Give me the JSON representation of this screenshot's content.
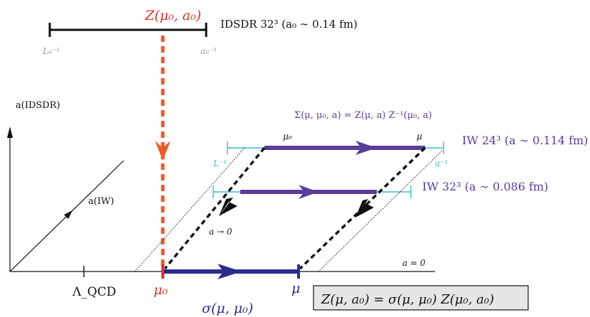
{
  "top": {
    "z_label": "Z(μ₀, a₀)",
    "scale_label": "IDSDR 32³ (a₀ ∼ 0.14 fm)",
    "left_tick": "L₀⁻¹",
    "right_tick": "a₀⁻¹"
  },
  "axes": {
    "y_label": "a(IDSDR)",
    "iw_label": "a(IW)",
    "lambda_label": "Λ_QCD",
    "a_zero": "a = 0"
  },
  "sigma_formula": "Σ(μ, μ₀, a) = Z(μ, a) Z⁻¹(μ₀, a)",
  "iw24": {
    "label": "IW 24³ (a ∼ 0.114 fm)",
    "mu0": "μ₀",
    "mu": "μ",
    "l_inv": "L⁻¹",
    "a_inv": "a⁻¹"
  },
  "iw32": {
    "label": "IW 32³ (a ∼ 0.086 fm)"
  },
  "limit_label": "a → 0",
  "bottom": {
    "mu0": "μ₀",
    "mu": "μ",
    "sigma_label": "σ(μ, μ₀)",
    "formula_box": "Z(μ, a₀) = σ(μ, μ₀) Z(μ₀, a₀)"
  },
  "colors": {
    "red": "#e0302a",
    "orange": "#f05a28",
    "purple": "#5a3d99",
    "navy": "#2b2b8f",
    "cyan": "#3fb8d4",
    "gray": "#888888",
    "box_bg": "#e6e6e6"
  }
}
